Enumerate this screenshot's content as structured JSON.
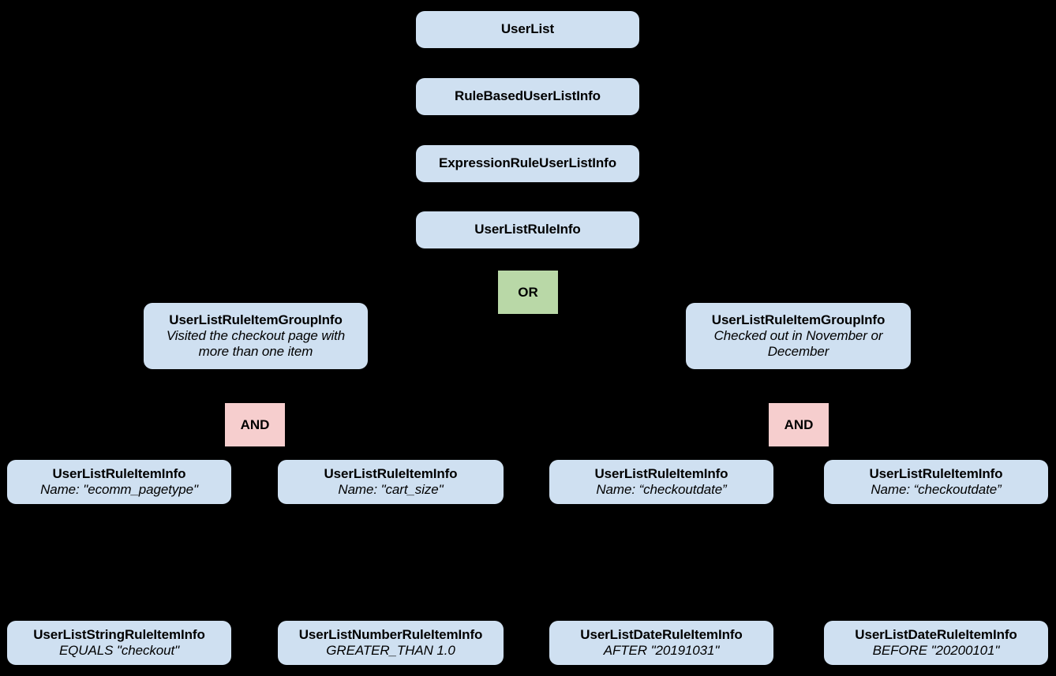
{
  "diagram": {
    "type": "hierarchy-tree",
    "background_color": "#000000",
    "node_fill_color": "#cfe0f1",
    "or_fill_color": "#b9d8a7",
    "and_fill_color": "#f6cece",
    "text_color": "#000000"
  },
  "spine": [
    {
      "title": "UserList"
    },
    {
      "title": "RuleBasedUserListInfo"
    },
    {
      "title": "ExpressionRuleUserListInfo"
    },
    {
      "title": "UserListRuleInfo"
    }
  ],
  "operators": {
    "or": "OR",
    "and_left": "AND",
    "and_right": "AND"
  },
  "groups": [
    {
      "title": "UserListRuleItemGroupInfo",
      "subtitle": "Visited the checkout page with more than one item"
    },
    {
      "title": "UserListRuleItemGroupInfo",
      "subtitle": "Checked out in November or December"
    }
  ],
  "rule_items": [
    {
      "title": "UserListRuleItemInfo",
      "subtitle": "Name: \"ecomm_pagetype\""
    },
    {
      "title": "UserListRuleItemInfo",
      "subtitle": "Name: \"cart_size\""
    },
    {
      "title": "UserListRuleItemInfo",
      "subtitle": "Name: “checkoutdate”"
    },
    {
      "title": "UserListRuleItemInfo",
      "subtitle": "Name: “checkoutdate”"
    }
  ],
  "typed_rule_items": [
    {
      "title": "UserListStringRuleItemInfo",
      "subtitle": "EQUALS \"checkout\""
    },
    {
      "title": "UserListNumberRuleItemInfo",
      "subtitle": "GREATER_THAN 1.0"
    },
    {
      "title": "UserListDateRuleItemInfo",
      "subtitle": "AFTER \"20191031\""
    },
    {
      "title": "UserListDateRuleItemInfo",
      "subtitle": "BEFORE \"20200101\""
    }
  ]
}
